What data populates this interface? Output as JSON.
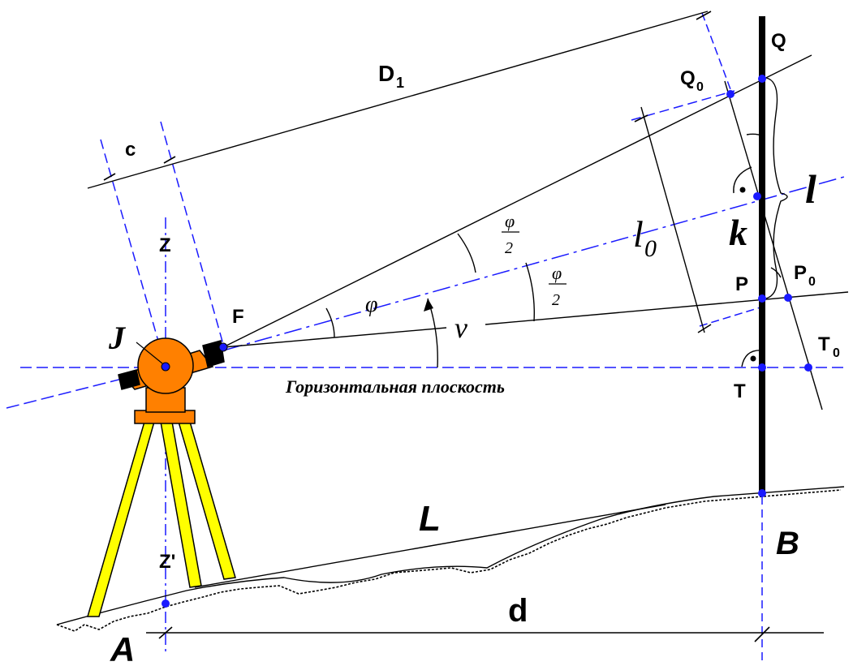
{
  "labels": {
    "point_A": "A",
    "point_B": "B",
    "distance_d": "d",
    "slope_L": "L",
    "zenith_Z": "Z",
    "nadir_Z": "Z'",
    "instrument_J": "J",
    "focus_F": "F",
    "const_c": "c",
    "dist_D": "D",
    "dist_D_sub": "1",
    "angle_phi": "φ",
    "half_phi_num": "φ",
    "half_phi_den": "2",
    "half_phi2_num": "φ",
    "half_phi2_den": "2",
    "angle_nu": "ν",
    "length_l0": "l",
    "length_l0_sub": "0",
    "length_l": "l",
    "coef_k": "k",
    "point_Q": "Q",
    "point_Q0": "Q",
    "point_Q0_sub": "0",
    "point_P": "P",
    "point_P0": "P",
    "point_P0_sub": "0",
    "point_T": "T",
    "point_T0": "T",
    "point_T0_sub": "0",
    "horizontal_plane": "Горизонтальная плоскость"
  },
  "colors": {
    "guide_blue": "#1a1aff",
    "instrument_orange": "#ff8000",
    "tripod_yellow": "#ffff00",
    "ink": "#000000"
  }
}
